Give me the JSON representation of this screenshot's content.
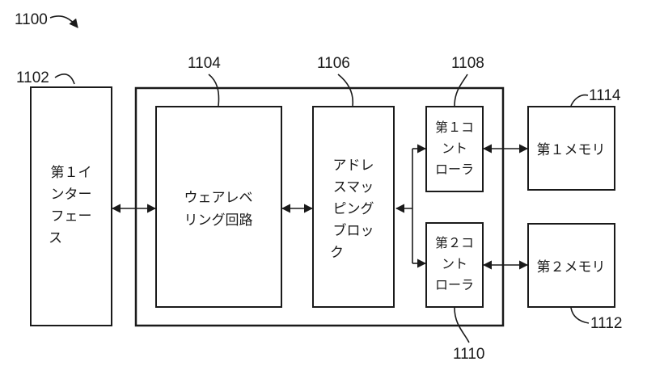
{
  "figure_number": "1100",
  "references": {
    "interface": "1102",
    "wear_leveling": "1104",
    "address_mapping": "1106",
    "controller_1": "1108",
    "controller_2": "1110",
    "memory_2": "1112",
    "memory_1": "1114"
  },
  "blocks": {
    "interface": [
      "第１イ",
      "ンター",
      "フェー",
      "ス"
    ],
    "wear_leveling": [
      "ウェアレベ",
      "リング回路"
    ],
    "address_mapping": [
      "アドレ",
      "スマッ",
      "ピング",
      "ブロッ",
      "ク"
    ],
    "controller_1": [
      "第１コ",
      "ント",
      "ローラ"
    ],
    "controller_2": [
      "第２コ",
      "ント",
      "ローラ"
    ],
    "memory_1": "第１メモリ",
    "memory_2": "第２メモリ"
  }
}
